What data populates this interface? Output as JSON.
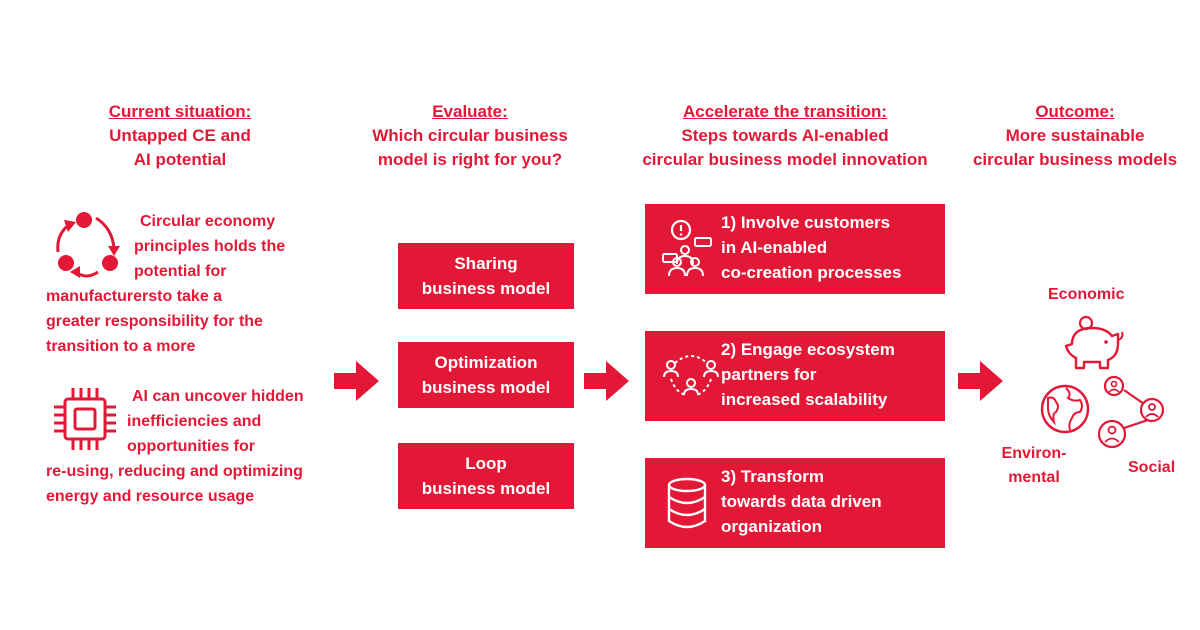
{
  "columns": [
    {
      "title": "Current situation:",
      "lines": [
        "Untapped CE and",
        "AI potential"
      ]
    },
    {
      "title": "Evaluate:",
      "lines": [
        "Which circular business",
        "model is right for you?"
      ]
    },
    {
      "title": "Accelerate the transition:",
      "lines": [
        "Steps towards AI-enabled",
        "circular business model innovation"
      ]
    },
    {
      "title": "Outcome:",
      "lines": [
        "More sustainable",
        "circular business models"
      ]
    }
  ],
  "situation": {
    "ce_lines": [
      "Circular economy",
      "principles holds the",
      "potential for",
      "manufacturersto take a",
      "greater responsibility for the",
      "transition to a more"
    ],
    "ai_lines": [
      "AI can uncover hidden",
      "inefficiencies and",
      "opportunities for",
      "re-using, reducing and optimizing",
      "energy and resource usage"
    ],
    "ce_icon": "circular-cycle-icon",
    "ai_icon": "chip-icon"
  },
  "models": [
    {
      "lines": [
        "Sharing",
        "business model"
      ]
    },
    {
      "lines": [
        "Optimization",
        "business model"
      ]
    },
    {
      "lines": [
        "Loop",
        "business model"
      ]
    }
  ],
  "steps": [
    {
      "lines": [
        "1) Involve customers",
        "in AI-enabled",
        "co-creation processes"
      ],
      "icon": "customers-chat-icon"
    },
    {
      "lines": [
        "2) Engage ecosystem",
        "partners for",
        "increased scalability"
      ],
      "icon": "network-people-icon"
    },
    {
      "lines": [
        "3) Transform",
        "towards data driven",
        "organization"
      ],
      "icon": "database-icon"
    }
  ],
  "outcomes": {
    "economic": "Economic",
    "environmental": [
      "Environ-",
      "mental"
    ],
    "social": "Social"
  },
  "colors": {
    "accent": "#e31837",
    "text_on_accent": "#ffffff"
  }
}
